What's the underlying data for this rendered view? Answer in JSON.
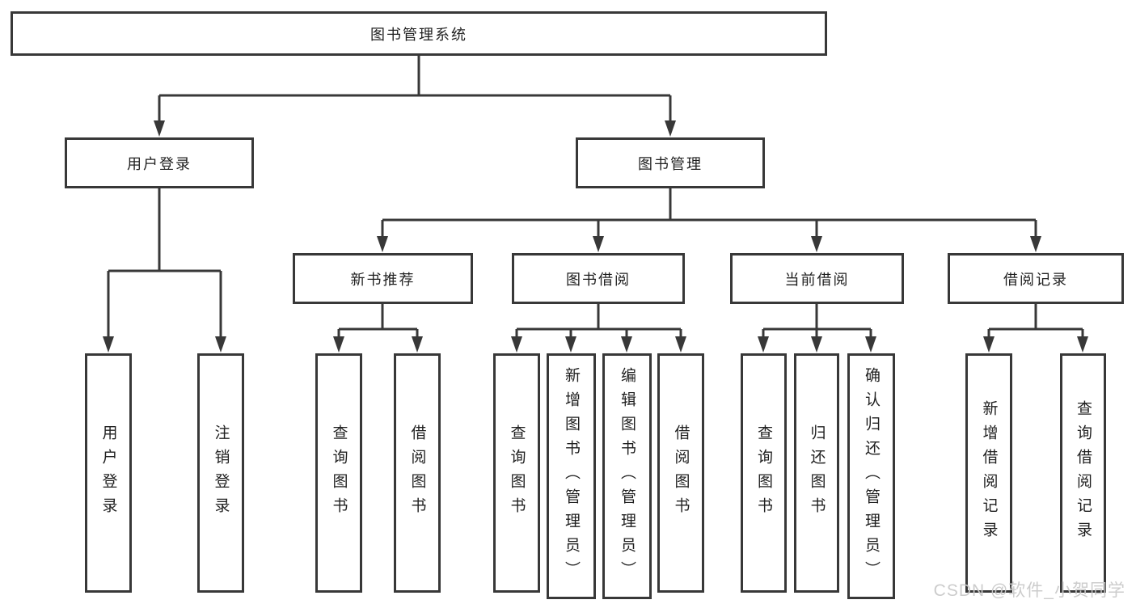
{
  "diagram_title": "图书管理系统",
  "watermark": "CSDN @软件_小贺同学",
  "colors": {
    "line": "#383838",
    "box_border": "#383838",
    "text": "#1f1f1f",
    "watermark": "#c9c9c9",
    "background": "#ffffff"
  },
  "tree": {
    "root": {
      "label": "图书管理系统"
    },
    "level2": [
      {
        "label": "用户登录"
      },
      {
        "label": "图书管理"
      }
    ],
    "level3": [
      {
        "label": "新书推荐"
      },
      {
        "label": "图书借阅"
      },
      {
        "label": "当前借阅"
      },
      {
        "label": "借阅记录"
      }
    ],
    "leaves": {
      "user_login": [
        "用户登录",
        "注销登录"
      ],
      "new_book": [
        "查询图书",
        "借阅图书"
      ],
      "book_borrow": [
        "查询图书",
        "新增图书（管理员）",
        "编辑图书（管理员）",
        "借阅图书"
      ],
      "current_borrow": [
        "查询图书",
        "归还图书",
        "确认归还（管理员）"
      ],
      "borrow_record": [
        "新增借阅记录",
        "查询借阅记录"
      ]
    }
  }
}
